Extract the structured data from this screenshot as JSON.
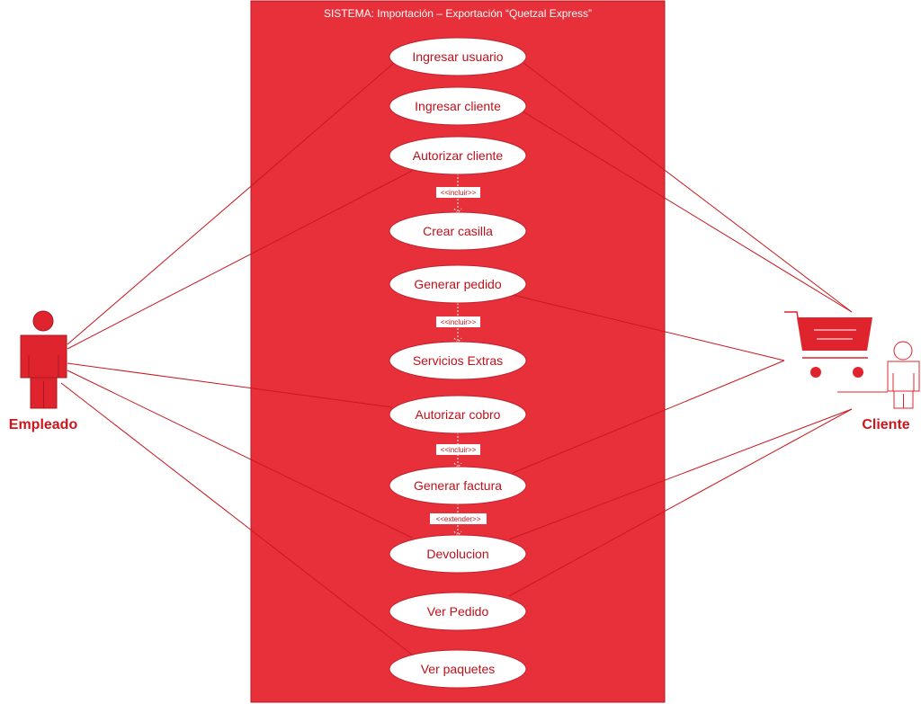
{
  "system": {
    "title": "SISTEMA: Importación – Exportación “Quetzal Express”"
  },
  "actors": {
    "employee": {
      "label": "Empleado",
      "icon": "employee-person-icon",
      "color": "#e0242e"
    },
    "client": {
      "label": "Cliente",
      "icon": "client-person-icon",
      "cart_icon": "shopping-cart-icon",
      "color": "#e0242e"
    }
  },
  "use_cases": [
    {
      "id": "uc1",
      "label": "Ingresar usuario"
    },
    {
      "id": "uc2",
      "label": "Ingresar cliente"
    },
    {
      "id": "uc3",
      "label": "Autorizar cliente"
    },
    {
      "id": "uc4",
      "label": "Crear casilla"
    },
    {
      "id": "uc5",
      "label": "Generar pedido"
    },
    {
      "id": "uc6",
      "label": "Servicios Extras"
    },
    {
      "id": "uc7",
      "label": "Autorizar cobro"
    },
    {
      "id": "uc8",
      "label": "Generar factura"
    },
    {
      "id": "uc9",
      "label": "Devolucion"
    },
    {
      "id": "uc10",
      "label": "Ver Pedido"
    },
    {
      "id": "uc11",
      "label": "Ver paquetes"
    }
  ],
  "relations": [
    {
      "label": "<<incluir>>"
    },
    {
      "label": "<<incluir>>"
    },
    {
      "label": "<<incluir>>"
    },
    {
      "label": "<<extender>>"
    }
  ],
  "colors": {
    "system_fill": "#e8303a",
    "accent": "#c8181f"
  }
}
